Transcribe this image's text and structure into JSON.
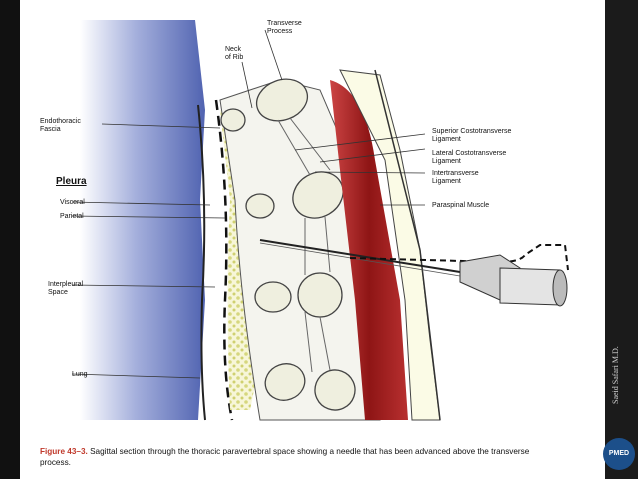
{
  "labels": {
    "transverse_process": "Transverse\nProcess",
    "neck_of_rib": "Neck\nof Rib",
    "endothoracic_fascia": "Endothoracic\nFascia",
    "pleura": "Pleura",
    "visceral": "Visceral",
    "parietal": "Parietal",
    "interpleural_space": "Interpleural\nSpace",
    "lung": "Lung",
    "superior_costotransverse": "Superior Costotransverse\nLigament",
    "lateral_costotransverse": "Lateral Costotransverse\nLigament",
    "intertransverse": "Intertransverse\nLigament",
    "paraspinal_muscle": "Paraspinal Muscle"
  },
  "caption": {
    "figure": "Figure 43–3.",
    "text": "Sagittal section through the thoracic paravertebral space showing a needle that has been advanced above the transverse process."
  },
  "author": "Saeid Safari M.D.",
  "logo": "PMED",
  "colors": {
    "lung": "#4a5fb0",
    "muscle": "#9b1c1c",
    "fat": "#d8d98a",
    "bone": "#f2f2e6",
    "caption_figure": "#c0392b"
  }
}
